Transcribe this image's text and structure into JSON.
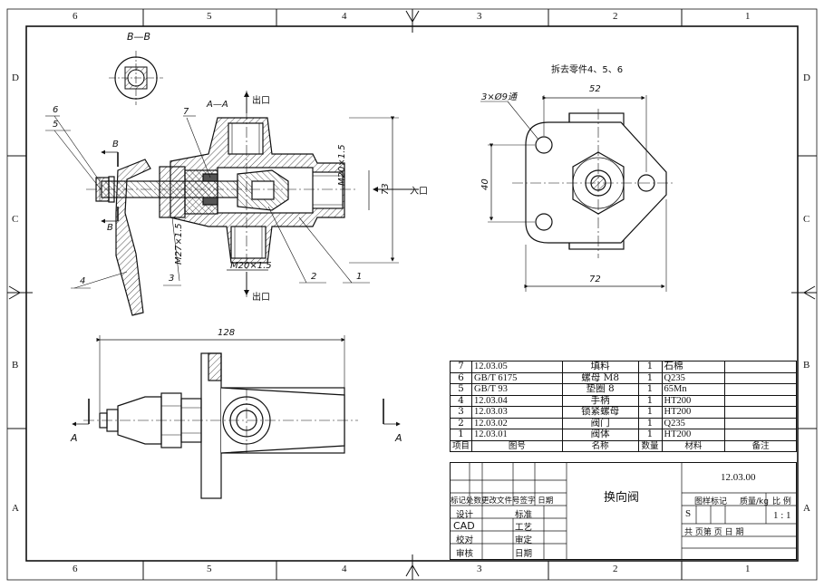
{
  "border": {
    "cols_top": [
      "6",
      "5",
      "4",
      "3",
      "2",
      "1"
    ],
    "cols_bottom": [
      "6",
      "5",
      "4",
      "3",
      "2",
      "1"
    ],
    "rows_left": [
      "D",
      "C",
      "B",
      "A"
    ],
    "rows_right": [
      "D",
      "C",
      "B",
      "A"
    ]
  },
  "views": {
    "section_bb": "B—B",
    "section_aa": "A—A",
    "note": "拆去零件4、5、6",
    "outlet_top": "出口",
    "outlet_bottom": "出口",
    "inlet": "入口",
    "cut_a_left": "A",
    "cut_a_right": "A",
    "cut_b_top": "B",
    "cut_b_bottom": "B",
    "thread_m20": "M20×1.5",
    "thread_m20_bottom": "M20×1.5",
    "thread_m27": "M27×1.5",
    "holes": "3×Ø9通",
    "dim_73": "73",
    "dim_52": "52",
    "dim_40": "40",
    "dim_72": "72",
    "dim_128": "128",
    "balloons": [
      "1",
      "2",
      "3",
      "4",
      "5",
      "6",
      "7"
    ]
  },
  "bom": {
    "rows": [
      {
        "no": "7",
        "code": "12.03.05",
        "name": "填料",
        "qty": "1",
        "material": "石棉",
        "note": ""
      },
      {
        "no": "6",
        "code": "GB/T 6175",
        "name": "螺母 M8",
        "qty": "1",
        "material": "Q235",
        "note": ""
      },
      {
        "no": "5",
        "code": "GB/T 93",
        "name": "垫圈 8",
        "qty": "1",
        "material": "65Mn",
        "note": ""
      },
      {
        "no": "4",
        "code": "12.03.04",
        "name": "手柄",
        "qty": "1",
        "material": "HT200",
        "note": ""
      },
      {
        "no": "3",
        "code": "12.03.03",
        "name": "锁紧螺母",
        "qty": "1",
        "material": "HT200",
        "note": ""
      },
      {
        "no": "2",
        "code": "12.03.02",
        "name": "阀门",
        "qty": "1",
        "material": "Q235",
        "note": ""
      },
      {
        "no": "1",
        "code": "12.03.01",
        "name": "阀体",
        "qty": "1",
        "material": "HT200",
        "note": ""
      }
    ],
    "header": {
      "no": "项目",
      "code": "图号",
      "name": "名称",
      "qty": "数量",
      "material": "材料",
      "note": "备注"
    }
  },
  "title_block": {
    "drawing_no": "12.03.00",
    "title": "换向阀",
    "rev_header": "标记处数更改文件号签字 日期",
    "design": "设计",
    "standard": "标准",
    "cad": "CAD",
    "process": "工艺",
    "check": "校对",
    "approve": "审定",
    "review": "审核",
    "date": "日期",
    "stage_header": "图样标记",
    "weight_header": "质量/kg",
    "scale_header": "比 例",
    "stage_mark": "S",
    "scale": "1 : 1",
    "sheet_info": "共    页第    页 日  期"
  }
}
